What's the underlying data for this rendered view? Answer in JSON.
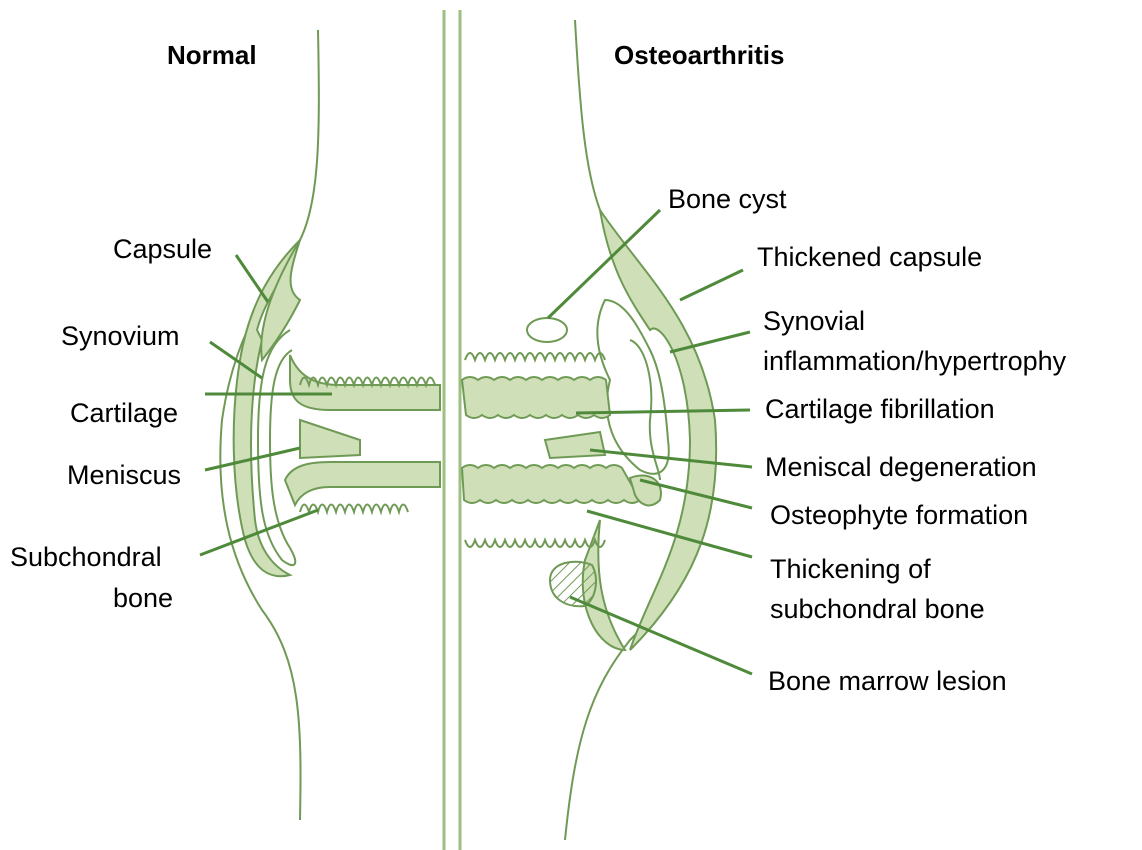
{
  "headers": {
    "normal": "Normal",
    "osteoarthritis": "Osteoarthritis"
  },
  "normal_labels": {
    "capsule": "Capsule",
    "synovium": "Synovium",
    "cartilage": "Cartilage",
    "meniscus": "Meniscus",
    "subchondral_1": "Subchondral",
    "subchondral_2": "bone"
  },
  "oa_labels": {
    "bone_cyst": "Bone cyst",
    "thickened_capsule": "Thickened capsule",
    "synovial_1": "Synovial",
    "synovial_2": "inflammation/hypertrophy",
    "cartilage_fibrillation": "Cartilage fibrillation",
    "meniscal_degeneration": "Meniscal degeneration",
    "osteophyte_formation": "Osteophyte formation",
    "thickening_1": "Thickening of",
    "thickening_2": "subchondral bone",
    "bone_marrow_lesion": "Bone marrow lesion"
  },
  "colors": {
    "tissue_fill": "#cfe0b9",
    "outline": "#6f9a55",
    "leader": "#4f8a3a"
  }
}
